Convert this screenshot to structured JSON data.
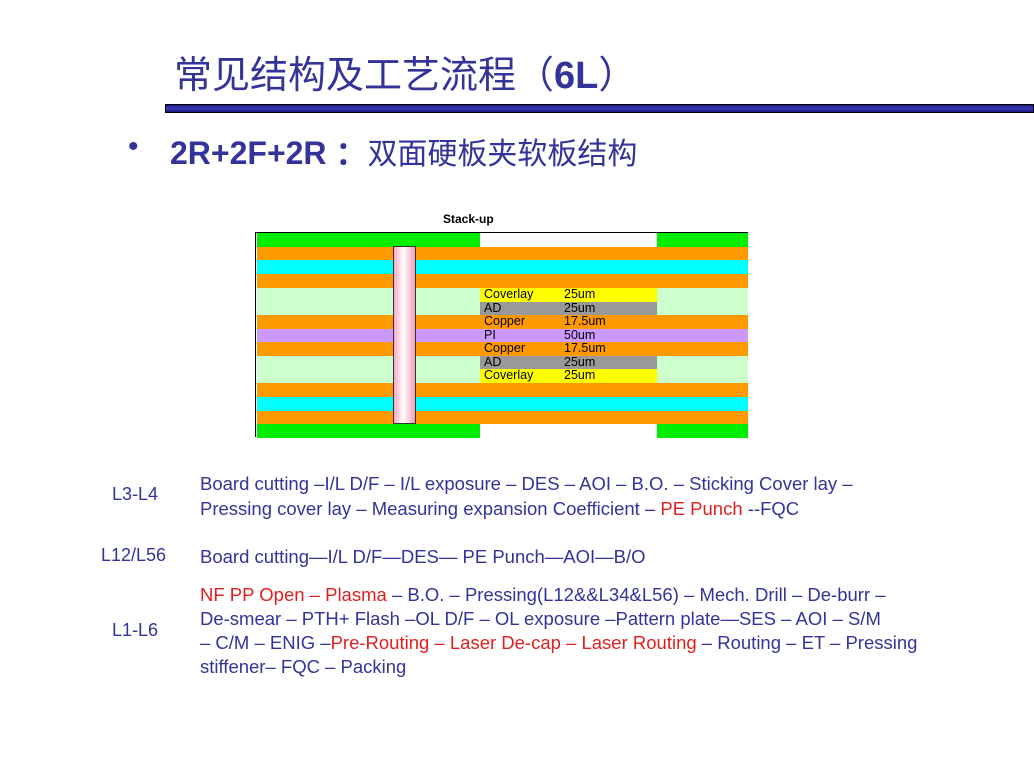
{
  "title": {
    "cn": "常见结构及工艺流程（",
    "bold": "6L",
    "end": "）"
  },
  "subtitle": {
    "bullet": "•",
    "code": "2R+2F+2R",
    "sep": "：",
    "cn": "双面硬板夹软板结构"
  },
  "stackup": {
    "title": "Stack-up",
    "flex_layers": [
      {
        "name": "Coverlay",
        "thickness": "25um",
        "color": "#ffff00"
      },
      {
        "name": "AD",
        "thickness": "25um",
        "color": "#999999"
      },
      {
        "name": "Copper",
        "thickness": "17.5um",
        "color": "#ff9900"
      },
      {
        "name": "PI",
        "thickness": "50um",
        "color": "#cc99ff"
      },
      {
        "name": "Copper",
        "thickness": "17.5um",
        "color": "#ff9900"
      },
      {
        "name": "AD",
        "thickness": "25um",
        "color": "#999999"
      },
      {
        "name": "Coverlay",
        "thickness": "25um",
        "color": "#ffff00"
      }
    ],
    "colors": {
      "soldermask": "#00ee00",
      "copper": "#ff9900",
      "prepreg": "#00ffff",
      "bond": "#ccffcc",
      "via": "#f7a8c8"
    }
  },
  "processes": [
    {
      "label": "L3-L4",
      "lines": [
        [
          {
            "t": "Board cutting –I/L D/F – I/L exposure – DES – AOI – B.O. – Sticking Cover lay –",
            "red": false
          }
        ],
        [
          {
            "t": "Pressing cover lay – Measuring expansion Coefficient – ",
            "red": false
          },
          {
            "t": "PE Punch",
            "red": true
          },
          {
            "t": " --FQC",
            "red": false
          }
        ]
      ]
    },
    {
      "label": "L12/L56",
      "lines": [
        [
          {
            "t": "Board cutting—I/L D/F—DES— PE Punch—AOI—B/O",
            "red": false
          }
        ]
      ]
    },
    {
      "label": "L1-L6",
      "lines": [
        [
          {
            "t": "NF PP Open – Plasma",
            "red": true
          },
          {
            "t": " – B.O. – Pressing(L12&&L34&L56) – Mech. Drill – De-burr –",
            "red": false
          }
        ],
        [
          {
            "t": "De-smear –  PTH+ Flash –OL D/F –  OL exposure –Pattern plate—SES –  AOI –  S/M",
            "red": false
          }
        ],
        [
          {
            "t": "– C/M – ENIG –",
            "red": false
          },
          {
            "t": "Pre-Routing – Laser De-cap – Laser Routing",
            "red": true
          },
          {
            "t": " – Routing – ET – Pressing",
            "red": false
          }
        ],
        [
          {
            "t": "stiffener– FQC – Packing",
            "red": false
          }
        ]
      ]
    }
  ]
}
